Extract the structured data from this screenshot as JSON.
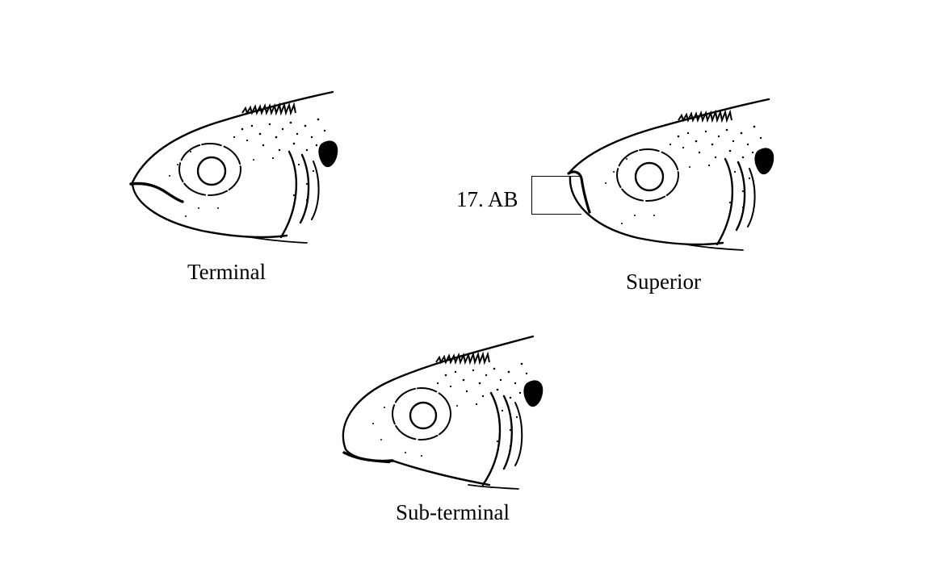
{
  "figure": {
    "panels": [
      {
        "id": "terminal",
        "caption": "Terminal",
        "mouth_position": "terminal"
      },
      {
        "id": "superior",
        "caption": "Superior",
        "mouth_position": "superior"
      },
      {
        "id": "subterminal",
        "caption": "Sub-terminal",
        "mouth_position": "sub-terminal"
      }
    ],
    "callout": {
      "label": "17. AB",
      "target_panel": "superior"
    }
  }
}
